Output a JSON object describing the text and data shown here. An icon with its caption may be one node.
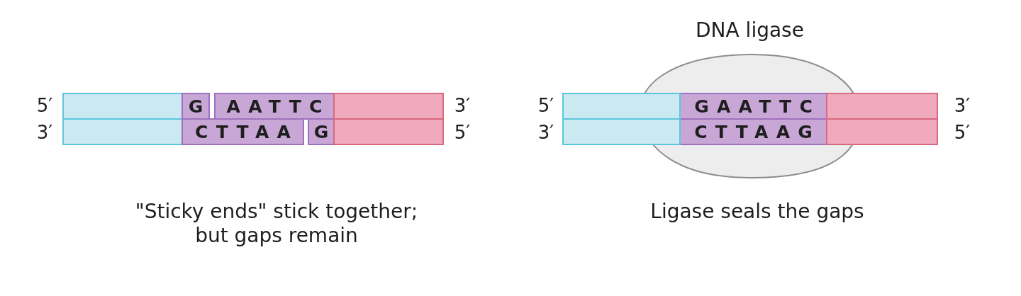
{
  "diagram": {
    "nodes": [
      {
        "text": [],
        "shape": "bar"
      },
      {
        "text": [
          "G"
        ]
      },
      {
        "text": [
          "AATTC"
        ]
      },
      {
        "text": [],
        "shape": "bar"
      },
      {
        "text": [],
        "shape": "bar"
      },
      {
        "text": [
          "CTTAA"
        ]
      },
      {
        "text": [
          "G"
        ]
      },
      {
        "text": [],
        "shape": "bar"
      },
      {
        "text": [
          "DNA ligase"
        ]
      },
      {
        "text": [],
        "shape": "bar"
      },
      {
        "text": [
          "GAATTC"
        ],
        "in": 8
      },
      {
        "text": [],
        "shape": "bar"
      },
      {
        "text": [],
        "shape": "bar"
      },
      {
        "text": [
          "CTTAAG"
        ],
        "in": 8
      },
      {
        "text": [],
        "shape": "bar"
      }
    ],
    "labels": [
      "5′",
      "3′",
      "3′",
      "5′",
      "5′",
      "3′",
      "3′",
      "5′",
      "\"Sticky ends\" stick together; but gaps remain",
      "Ligase seals the gaps"
    ]
  }
}
